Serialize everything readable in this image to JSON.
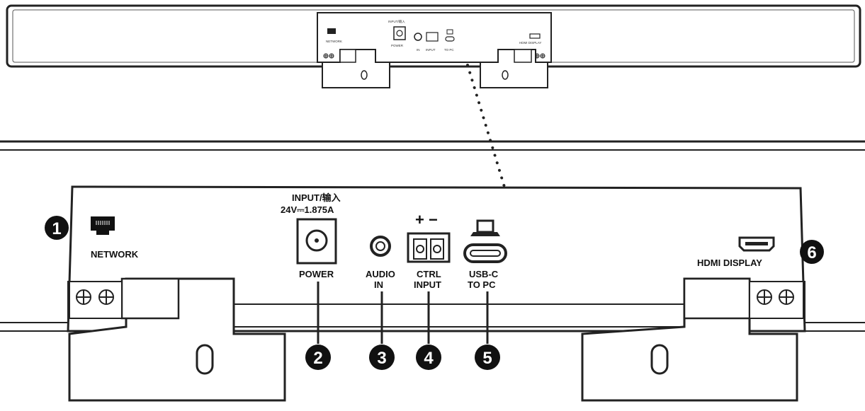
{
  "top_view": {
    "tiny_labels": {
      "network": "NETWORK",
      "power_top": "INPUT/输入",
      "power": "POWER",
      "audio": "IN",
      "ctrl": "INPUT",
      "usb": "TO PC",
      "hdmi": "HDMI DISPLAY"
    }
  },
  "ports": {
    "network": {
      "label": "NETWORK"
    },
    "power": {
      "label_top_1": "INPUT/输入",
      "label_top_2": "24V⎓1.875A",
      "label": "POWER"
    },
    "audio": {
      "label_1": "AUDIO",
      "label_2": "IN"
    },
    "ctrl": {
      "polarity": "+ −",
      "label_1": "CTRL",
      "label_2": "INPUT"
    },
    "usb": {
      "label_1": "USB-C",
      "label_2": "TO PC"
    },
    "hdmi": {
      "label": "HDMI DISPLAY"
    }
  },
  "callouts": [
    "1",
    "2",
    "3",
    "4",
    "5",
    "6"
  ],
  "icons": [
    "ethernet-port-icon",
    "dc-power-jack-icon",
    "audio-jack-icon",
    "terminal-block-icon",
    "laptop-icon",
    "usb-c-port-icon",
    "hdmi-port-icon",
    "screw-icon",
    "mounting-hole-icon"
  ]
}
